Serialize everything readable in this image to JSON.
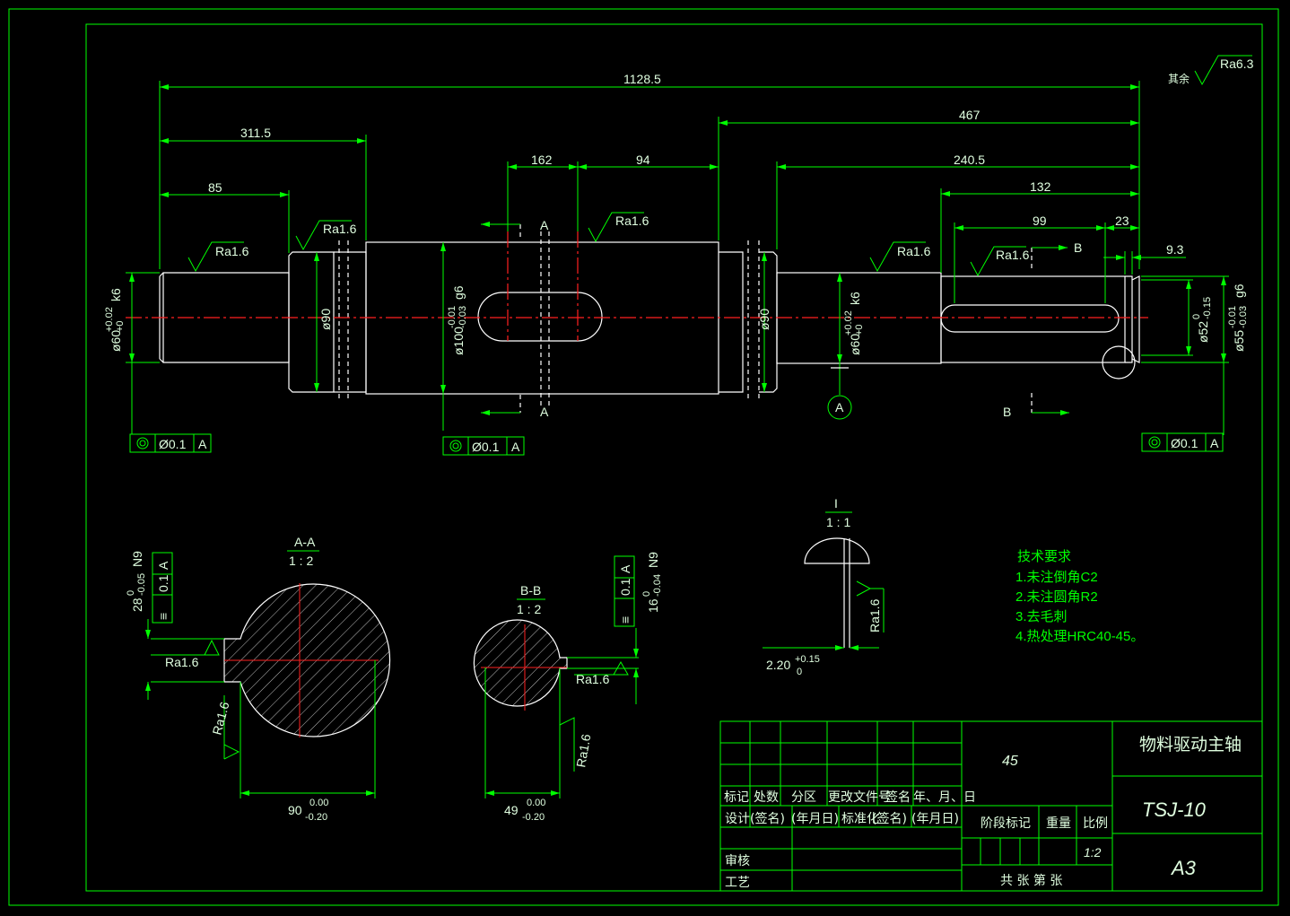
{
  "drawing": {
    "title": "物料驱动主轴",
    "drawing_no": "TSJ-10",
    "sheet_size": "A3",
    "material": "45",
    "scale": "1:2"
  },
  "dimensions": {
    "overall": "1128.5",
    "d311": "311.5",
    "d85": "85",
    "d162": "162",
    "d94": "94",
    "d467": "467",
    "d240": "240.5",
    "d132": "132",
    "d99": "99",
    "d23": "23",
    "d93": "9.3",
    "dia90a": "ø90",
    "dia90b": "ø90",
    "dia60_main": "ø60",
    "dia60_tol_up": "+0.02",
    "dia60_tol_lo": "+0",
    "dia60_fit": "k6",
    "dia100_main": "ø100",
    "dia100_tol_up": "-0.01",
    "dia100_tol_lo": "-0.03",
    "dia100_fit": "g6",
    "dia52_main": "ø52",
    "dia52_tol_up": "0",
    "dia52_tol_lo": "-0.15",
    "dia55_main": "ø55",
    "dia55_tol_up": "-0.01",
    "dia55_tol_lo": "-0.03",
    "dia55_fit": "g6",
    "sec_a_width": "90",
    "sec_a_up": "0.00",
    "sec_a_lo": "-0.20",
    "sec_b_width": "49",
    "sec_b_up": "0.00",
    "sec_b_lo": "-0.20",
    "key_a_main": "28",
    "key_a_up": "0",
    "key_a_lo": "-0.05",
    "key_a_fit": "N9",
    "key_b_main": "16",
    "key_b_up": "0",
    "key_b_lo": "-0.04",
    "key_b_fit": "N9",
    "groove_main": "2.20",
    "groove_up": "+0.15",
    "groove_lo": "0"
  },
  "roughness": {
    "ra16": "Ra1.6",
    "ra63": "Ra6.3",
    "other": "其余"
  },
  "tolerances": {
    "runout_value": "Ø0.1",
    "runout_datum": "A",
    "symm_value": "0.1",
    "symm_datum": "A",
    "symm_symbol": "≡"
  },
  "sections": {
    "a_label": "A",
    "b_label": "B",
    "i_label": "I",
    "aa_title": "A-A",
    "aa_scale": "1 : 2",
    "bb_title": "B-B",
    "bb_scale": "1 : 2",
    "i_scale": "1 : 1",
    "datum_circle": "A"
  },
  "tech_req": {
    "heading": "技术要求",
    "items": [
      "1.未注倒角C2",
      "2.未注圆角R2",
      "3.去毛刺",
      "4.热处理HRC40-45。"
    ]
  },
  "title_block": {
    "row_labels": [
      "标记",
      "处数",
      "分区",
      "更改文件号",
      "签名",
      "年、月、日"
    ],
    "design": "设计",
    "sign": "(签名)",
    "date": "(年月日)",
    "standard": "标准化",
    "sign2": "(签名)",
    "date2": "(年月日)",
    "stage": "阶段标记",
    "weight": "重量",
    "ratio": "比例",
    "review": "审核",
    "process": "工艺",
    "sheets": "共   张   第   张"
  }
}
